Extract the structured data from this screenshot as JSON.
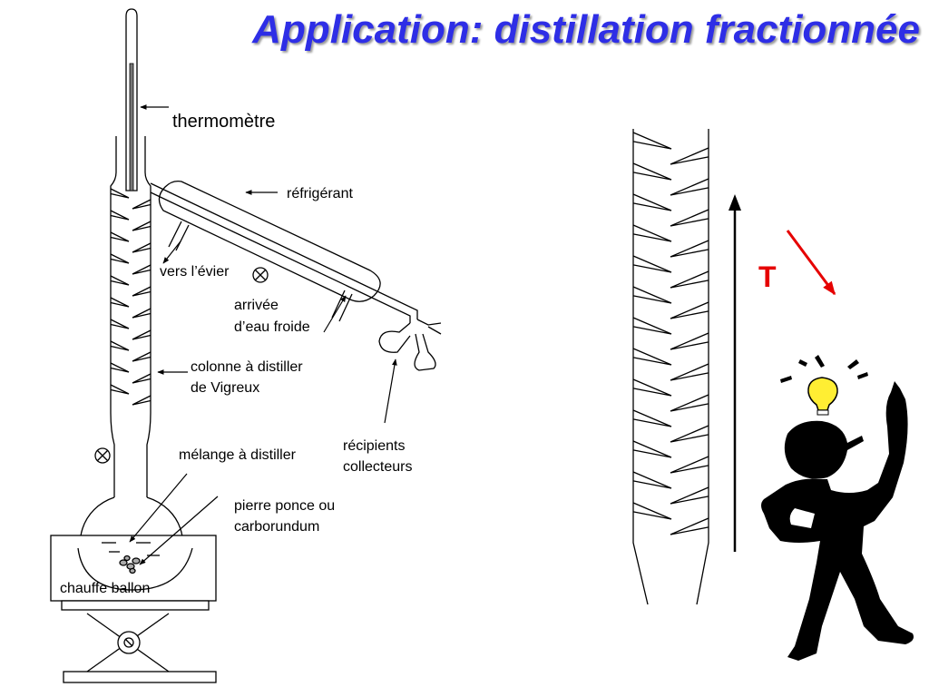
{
  "title": "Application: distillation fractionnée",
  "labels": {
    "thermometre": "thermomètre",
    "refrigerant": "réfrigérant",
    "vers_evier": "vers l’évier",
    "arrivee_line1": "arrivée",
    "arrivee_line2": "d’eau froide",
    "colonne_line1": "colonne à distiller",
    "colonne_line2": "de Vigreux",
    "recipients_line1": "récipients",
    "recipients_line2": "collecteurs",
    "melange": "mélange à distiller",
    "pierre_line1": "pierre ponce ou",
    "pierre_line2": "carborundum",
    "chauffe": "chauffe ballon"
  },
  "temperature_symbol": "T",
  "colors": {
    "title": "#2e2ee6",
    "temperature": "#e60000",
    "bulb": "#ffee33"
  }
}
